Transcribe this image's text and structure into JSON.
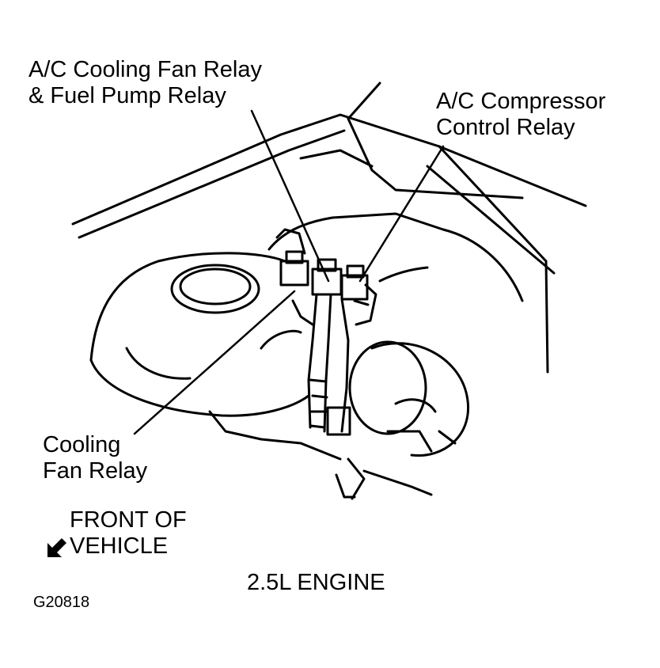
{
  "labels": {
    "ac_cooling_fan_fuel_pump": {
      "line1": "A/C Cooling Fan Relay",
      "line2": "& Fuel Pump Relay"
    },
    "ac_compressor": {
      "line1": "A/C Compressor",
      "line2": "Control Relay"
    },
    "cooling_fan": {
      "line1": "Cooling",
      "line2": "Fan Relay"
    },
    "front_of_vehicle": {
      "line1": "FRONT OF",
      "line2": "VEHICLE"
    },
    "engine": "2.5L ENGINE",
    "figure_id": "G20818"
  },
  "colors": {
    "ink": "#000000",
    "paper": "#ffffff"
  },
  "icons": {
    "front_direction": "arrow-down-left-icon"
  }
}
